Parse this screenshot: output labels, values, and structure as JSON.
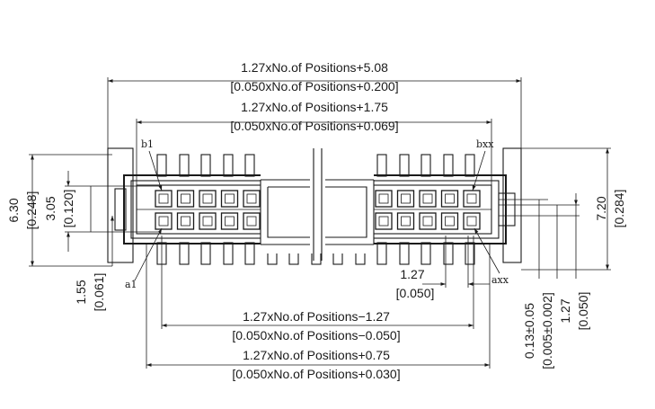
{
  "dimensions": {
    "top_overall": {
      "mm": "1.27xNo.of Positions+5.08",
      "inch": "[0.050xNo.of Positions+0.200]"
    },
    "top_body": {
      "mm": "1.27xNo.of Positions+1.75",
      "inch": "[0.050xNo.of Positions+0.069]"
    },
    "bottom_pins": {
      "mm": "1.27xNo.of Positions−1.27",
      "inch": "[0.050xNo.of Positions−0.050]"
    },
    "bottom_body": {
      "mm": "1.27xNo.of Positions+0.75",
      "inch": "[0.050xNo.of Positions+0.030]"
    },
    "pitch_bottom": {
      "mm": "1.27",
      "inch": "[0.050]"
    },
    "left_height": {
      "mm": "6.30",
      "inch": "[0.248]"
    },
    "left_row": {
      "mm": "3.05",
      "inch": "[0.120]"
    },
    "left_offset": {
      "mm": "1.55",
      "inch": "[0.061]"
    },
    "right_height": {
      "mm": "7.20",
      "inch": "[0.284]"
    },
    "right_tol": {
      "mm": "0.13±0.05",
      "inch": "[0.005±0.002]"
    },
    "right_pitch": {
      "mm": "1.27",
      "inch": "[0.050]"
    }
  },
  "labels": {
    "b1": "b1",
    "bxx": "bxx",
    "a1": "a1",
    "axx": "axx"
  },
  "colors": {
    "line": "#1a1a1a",
    "background": "#ffffff"
  }
}
